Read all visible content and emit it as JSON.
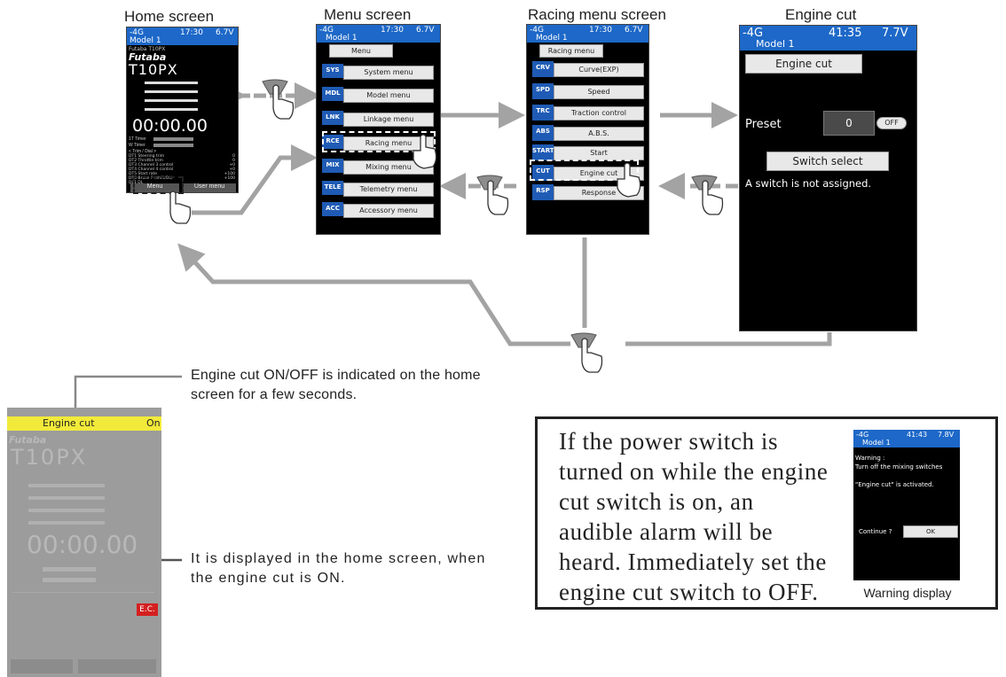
{
  "captions": {
    "home": "Home screen",
    "menu": "Menu screen",
    "racing": "Racing menu screen",
    "engine": "Engine cut",
    "warning": "Warning display"
  },
  "home_screen": {
    "status_left": "-4G",
    "status_time": "17:30",
    "status_volt": "6.7V",
    "model": "Model 1",
    "model_small": "Futaba T10PX",
    "brand": "Futaba",
    "logo": "T10PX",
    "timer": "00:00.00",
    "timer_labels": [
      "1T Timer",
      "W Timer"
    ],
    "trim_header": "< Trim / Dial >",
    "trim_rows": [
      {
        "code": "DT1",
        "name": "Steering trim",
        "val": "0"
      },
      {
        "code": "DT2",
        "name": "Throttle trim",
        "val": "0"
      },
      {
        "code": "DT3",
        "name": "Channel 3 control",
        "val": "+0"
      },
      {
        "code": "DT4",
        "name": "Channel 4 control",
        "val": "+0"
      },
      {
        "code": "DT5",
        "name": "Start rate",
        "val": "+100"
      },
      {
        "code": "DT6",
        "name": "Brake P (shift/DL)",
        "val": "+100"
      },
      {
        "code": "DL1",
        "name": "DL",
        "val": ""
      }
    ],
    "btn_menu": "Menu",
    "btn_user": "User menu"
  },
  "menu_screen": {
    "status_left": "-4G",
    "status_time": "17:30",
    "status_volt": "6.7V",
    "model": "Model 1",
    "title": "Menu",
    "items": [
      {
        "icon": "SYS",
        "label": "System menu"
      },
      {
        "icon": "MDL",
        "label": "Model menu"
      },
      {
        "icon": "LNK",
        "label": "Linkage menu"
      },
      {
        "icon": "RCE",
        "label": "Racing menu"
      },
      {
        "icon": "MIX",
        "label": "Mixing menu"
      },
      {
        "icon": "TELE",
        "label": "Telemetry menu"
      },
      {
        "icon": "ACC",
        "label": "Accessory menu"
      }
    ]
  },
  "racing_screen": {
    "status_left": "-4G",
    "status_time": "17:30",
    "status_volt": "6.7V",
    "model": "Model 1",
    "title": "Racing menu",
    "items": [
      {
        "icon": "CRV",
        "label": "Curve(EXP)"
      },
      {
        "icon": "SPD",
        "label": "Speed"
      },
      {
        "icon": "TRC",
        "label": "Traction control"
      },
      {
        "icon": "ABS",
        "label": "A.B.S."
      },
      {
        "icon": "START",
        "label": "Start"
      },
      {
        "icon": "CUT",
        "label": "Engine cut"
      },
      {
        "icon": "RSP",
        "label": "Response"
      }
    ]
  },
  "engine_screen": {
    "status_left": "-4G",
    "status_time": "41:35",
    "status_volt": "7.7V",
    "model": "Model 1",
    "title": "Engine cut",
    "preset_label": "Preset",
    "preset_value": "0",
    "preset_toggle": "OFF",
    "switch_btn": "Switch select",
    "message": "A switch is not assigned."
  },
  "home_dim": {
    "banner_left": "Engine cut",
    "banner_right": "On",
    "timer": "00:00.00",
    "ec_badge": "E.C."
  },
  "notes": {
    "top": "Engine cut ON/OFF is indicated on the home screen for a few seconds.",
    "bottom": "It is displayed in the home screen, when the engine cut is ON."
  },
  "warning_box": {
    "text": "If the power switch is turned on while the engine cut switch is on, an audible alarm will be heard. Immediately set the engine cut switch to OFF."
  },
  "warning_screen": {
    "status_left": "-4G",
    "status_time": "41:43",
    "status_volt": "7.8V",
    "model": "Model 1",
    "line1": "Warning :",
    "line2": "Turn off the mixing switches",
    "line3": "\"Engine cut\" is activated.",
    "continue": "Continue ?",
    "ok": "OK"
  },
  "colors": {
    "statusbar": "#1d68c8",
    "icon": "#1f5bb5",
    "arrow": "#a3a3a3",
    "banner": "#f2ea3a",
    "ec": "#d42020"
  }
}
